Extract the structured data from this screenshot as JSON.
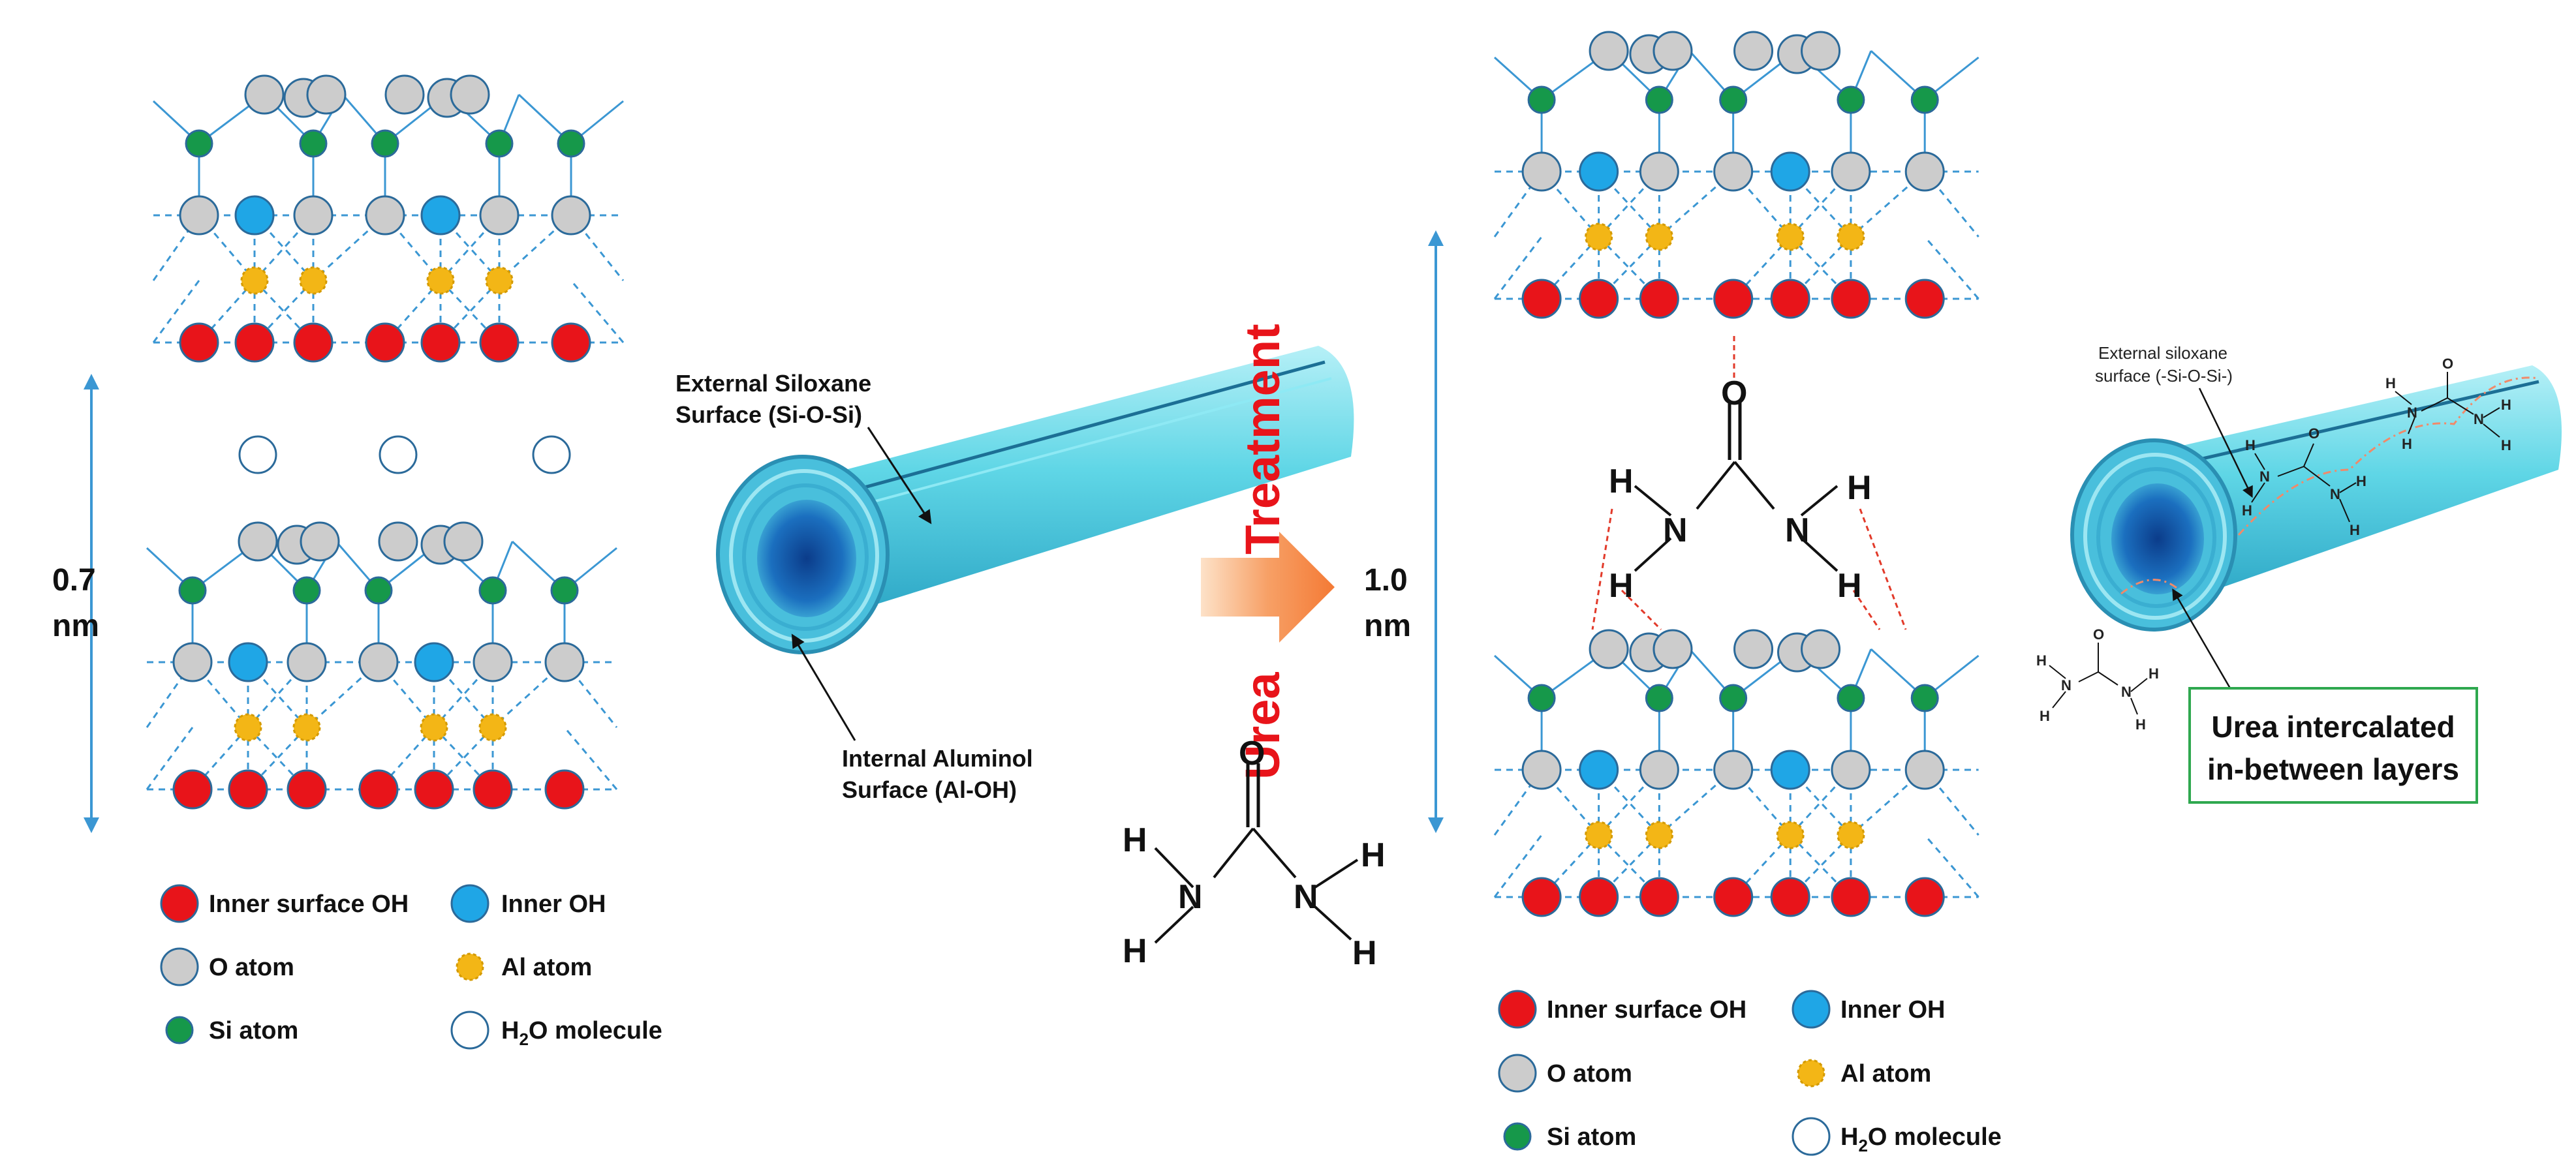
{
  "colors": {
    "inner_surface_oh": "#e8141a",
    "inner_oh": "#1fa6e6",
    "o_atom": "#cccccc",
    "al_atom": "#f3b616",
    "si_atom": "#16984a",
    "bond": "#3b97d3",
    "hbond": "#e23a2a",
    "arrow": "#f58b47",
    "urea_text": "#e8141a",
    "tube": "#4fd1e3",
    "box_border": "#2fa84f"
  },
  "left": {
    "spacing_value": "0.7",
    "spacing_unit": "nm",
    "tube_labels": {
      "external_line1": "External Siloxane",
      "external_line2": "Surface (Si-O-Si)",
      "internal_line1": "Internal Aluminol",
      "internal_line2": "Surface (Al-OH)"
    }
  },
  "treatment": {
    "word1": "Urea",
    "word2": "Treatment"
  },
  "urea": {
    "o": "O",
    "n": "N",
    "h": "H"
  },
  "right": {
    "spacing_value": "1.0",
    "spacing_unit": "nm",
    "external_small_line1": "External siloxane",
    "external_small_line2": "surface (-Si-O-Si-)",
    "box_line1": "Urea intercalated",
    "box_line2": "in-between layers"
  },
  "legend": {
    "inner_surface_oh": "Inner surface OH",
    "inner_oh": "Inner OH",
    "o_atom": "O atom",
    "al_atom": "Al atom",
    "si_atom": "Si atom",
    "h2o_prefix": "H",
    "h2o_sub": "2",
    "h2o_suffix": "O molecule"
  }
}
